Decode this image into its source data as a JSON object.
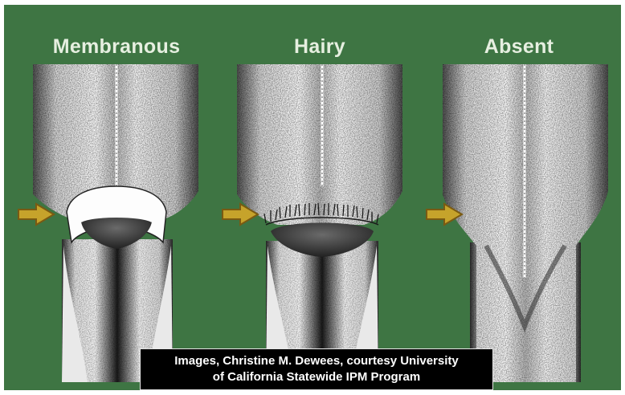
{
  "panels": [
    {
      "title": "Membranous",
      "ligule": "membranous"
    },
    {
      "title": "Hairy",
      "ligule": "hairy"
    },
    {
      "title": "Absent",
      "ligule": "absent"
    }
  ],
  "credit": {
    "line1": "Images, Christine M. Dewees, courtesy University",
    "line2": "of California Statewide IPM Program"
  },
  "colors": {
    "background": "#3e7543",
    "arrow_fill": "#c6a32b",
    "arrow_stroke": "#7a5a12",
    "credit_bg": "#000000",
    "title_text": "#e6efe0"
  },
  "icons": [
    "arrow-right-icon"
  ]
}
